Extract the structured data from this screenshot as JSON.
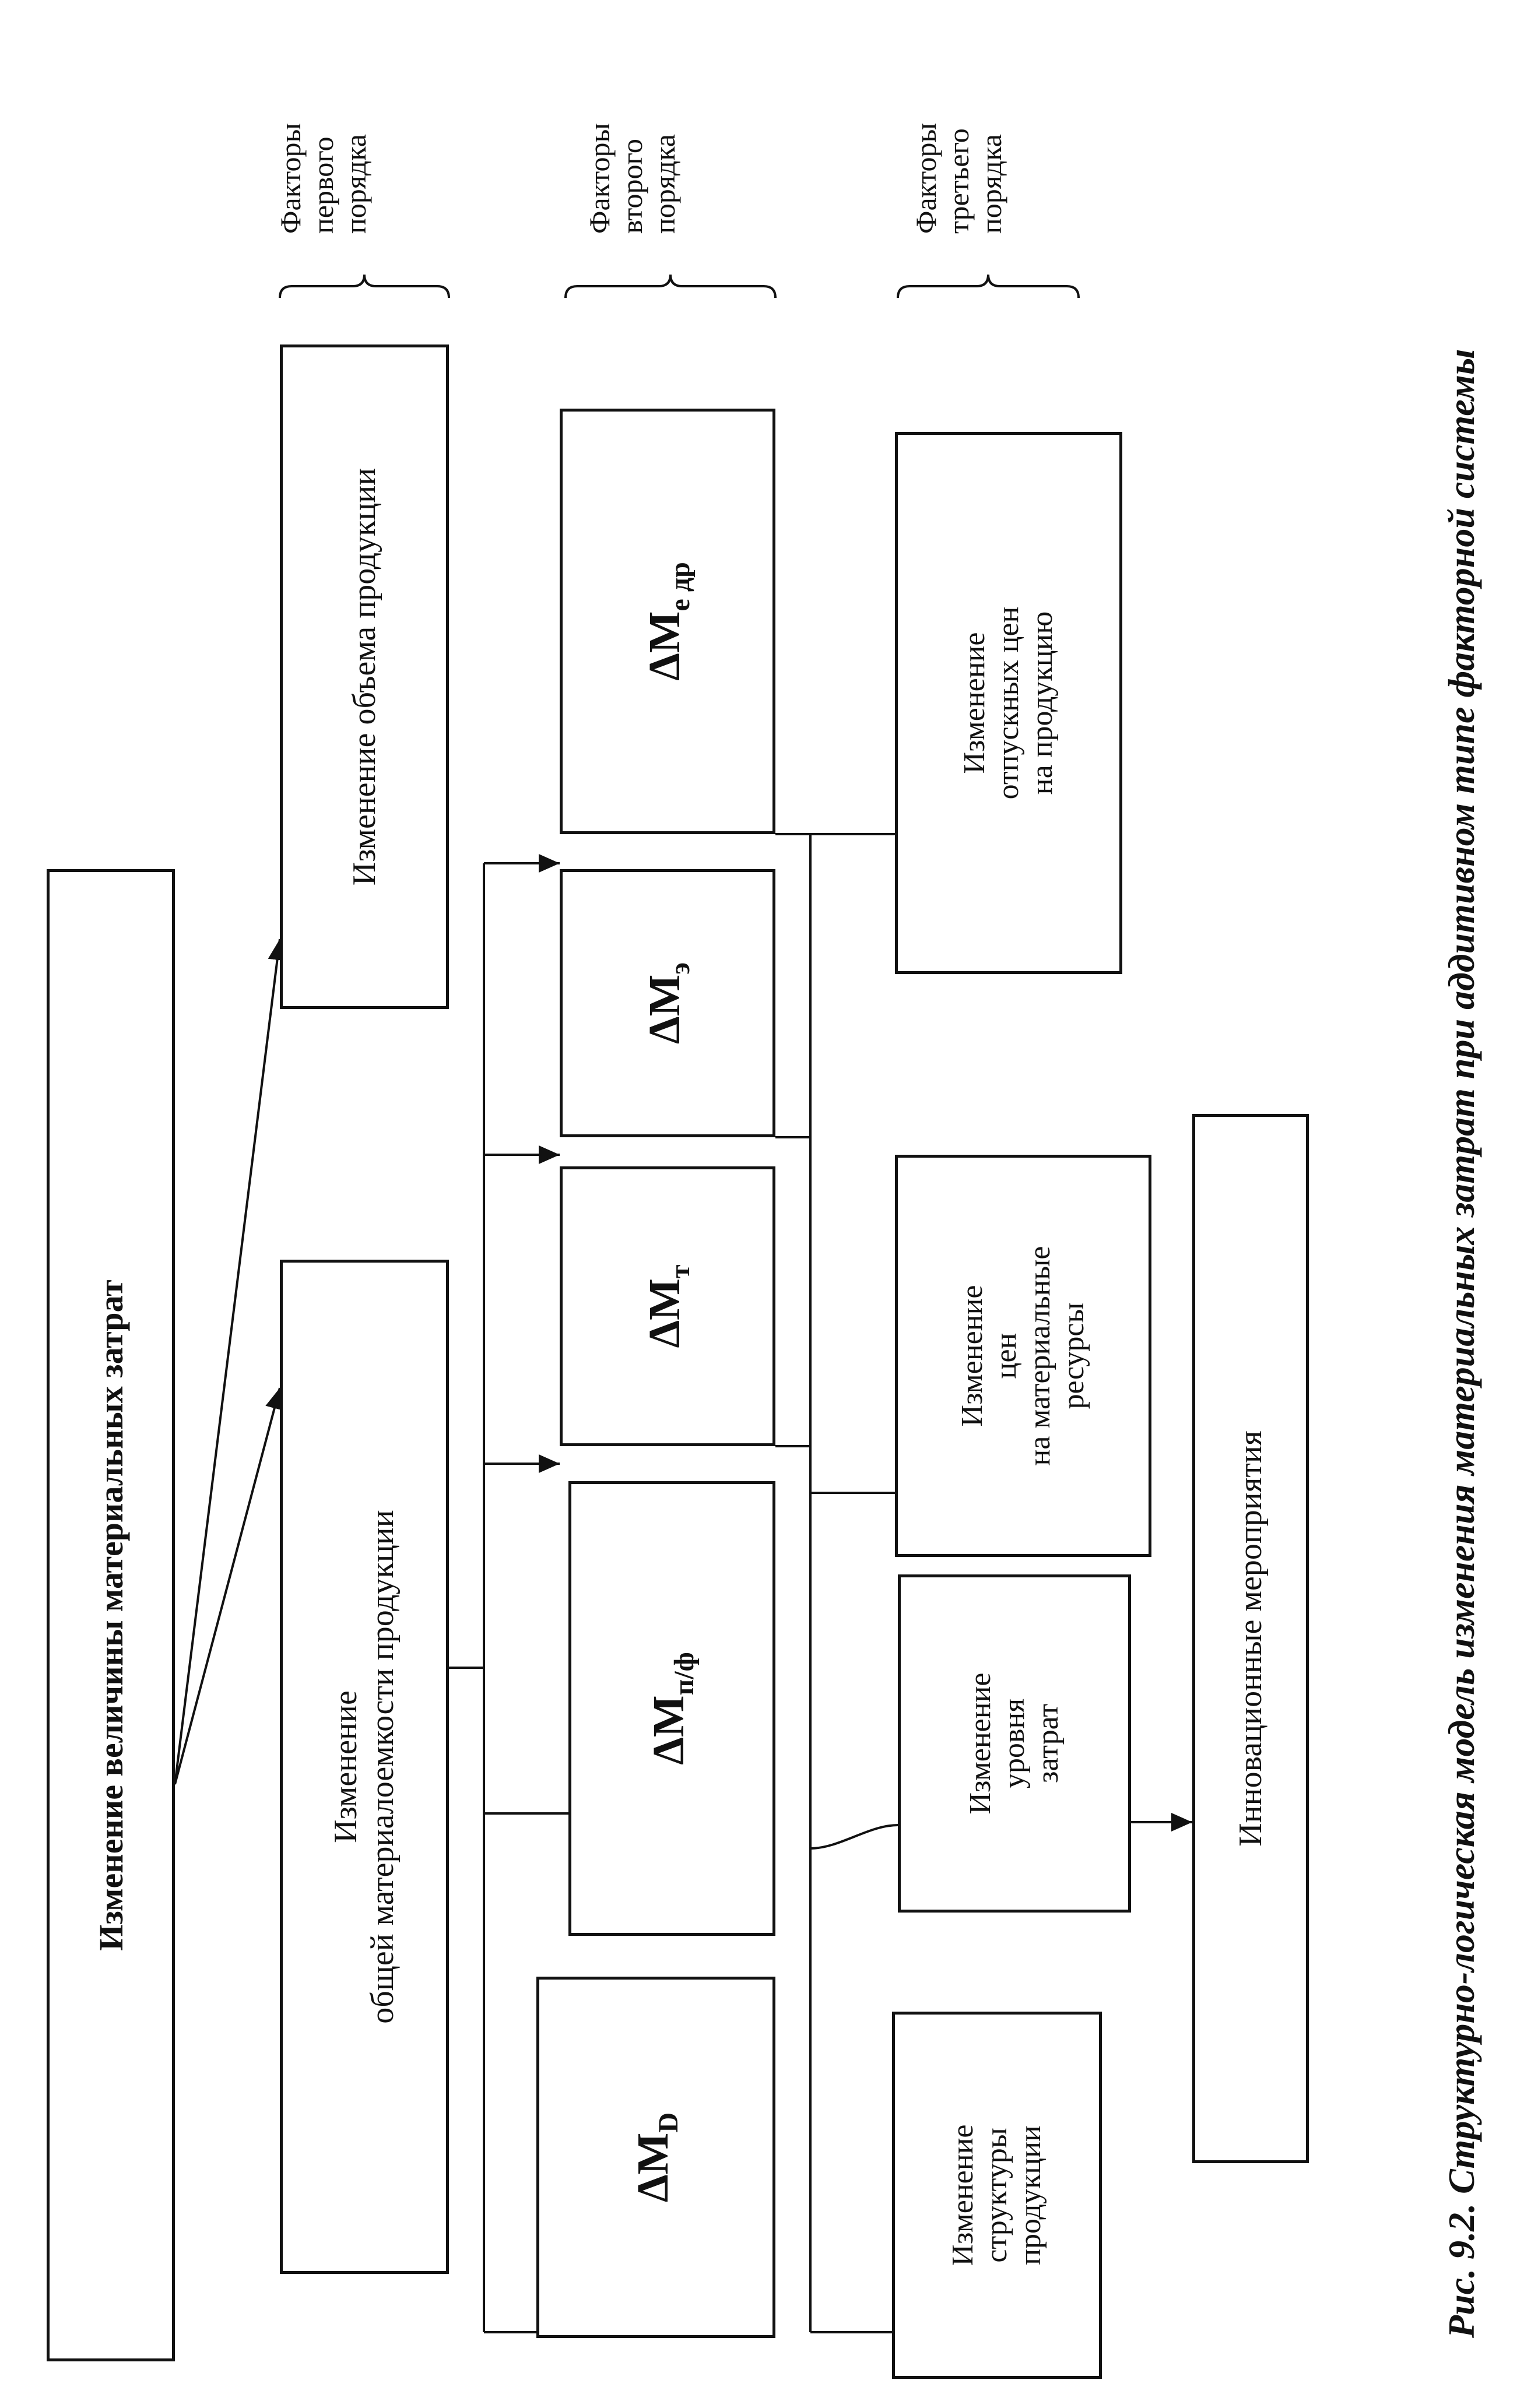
{
  "diagram": {
    "root": "Изменение величины материальных затрат",
    "level1": {
      "left": "Изменение\nобщей материалоемкости продукции",
      "right": "Изменение объема продукции"
    },
    "level2": [
      {
        "symbol": "ΔM",
        "sub": "D"
      },
      {
        "symbol": "ΔM",
        "sub": "п/ф"
      },
      {
        "symbol": "ΔM",
        "sub": "т"
      },
      {
        "symbol": "ΔM",
        "sub": "э"
      },
      {
        "symbol": "ΔM",
        "sub": "е др"
      }
    ],
    "level3": [
      "Изменение\nструктуры\nпродукции",
      "Изменение\nуровня\nзатрат",
      "Изменение\nцен\nна материальные\nресурсы",
      "Изменение\nотпускных цен\nна продукцию"
    ],
    "innovations": "Инновационные мероприятия",
    "factor_labels": [
      "Факторы\nпервого\nпорядка",
      "Факторы\nвторого\nпорядка",
      "Факторы\nтретьего\nпорядка"
    ]
  },
  "caption": "Рис. 9.2. Структурно-логическая модель изменения материальных затрат при аддитивном типе факторной системы"
}
